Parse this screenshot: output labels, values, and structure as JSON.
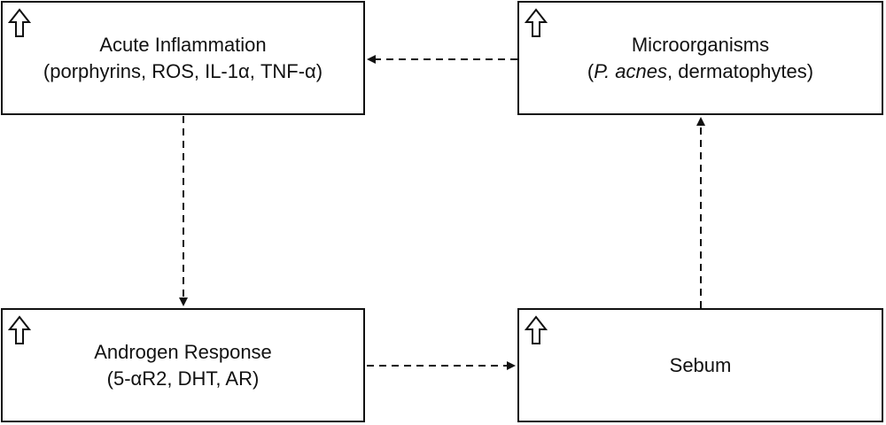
{
  "nodes": {
    "acute_inflammation": {
      "line1": "Acute Inflammation",
      "line2": "(porphyrins, ROS, IL-1α, TNF-α)",
      "icon": "up-arrow-icon"
    },
    "microorganisms": {
      "line1": "Microorganisms",
      "line2_italic": "P. acnes",
      "line2_rest": ", dermatophytes",
      "icon": "up-arrow-icon"
    },
    "androgen_response": {
      "line1": "Androgen Response",
      "line2": "(5-αR2, DHT, AR)",
      "icon": "up-arrow-icon"
    },
    "sebum": {
      "line1": "Sebum",
      "icon": "up-arrow-icon"
    }
  },
  "connectors": [
    {
      "from": "microorganisms",
      "to": "acute_inflammation",
      "style": "dashed"
    },
    {
      "from": "acute_inflammation",
      "to": "androgen_response",
      "style": "dashed"
    },
    {
      "from": "androgen_response",
      "to": "sebum",
      "style": "dashed"
    },
    {
      "from": "sebum",
      "to": "microorganisms",
      "style": "dashed"
    }
  ],
  "colors": {
    "stroke": "#111111",
    "background": "#ffffff"
  }
}
